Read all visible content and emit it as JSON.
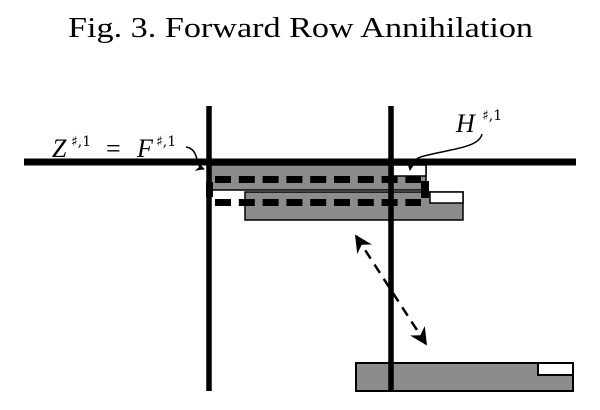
{
  "figure": {
    "title": "Fig. 3. Forward Row Annihilation"
  },
  "labels": {
    "z": {
      "base": "Z",
      "sup": "♯,1"
    },
    "equals": "=",
    "f": {
      "base": "F",
      "sup": "♯,1"
    },
    "h": {
      "base": "H",
      "sup": "♯,1"
    }
  },
  "colors": {
    "background": "#ffffff",
    "stroke": "#000000",
    "block_fill": "#8c8c8c",
    "highlight_fill": "#ffffff"
  }
}
